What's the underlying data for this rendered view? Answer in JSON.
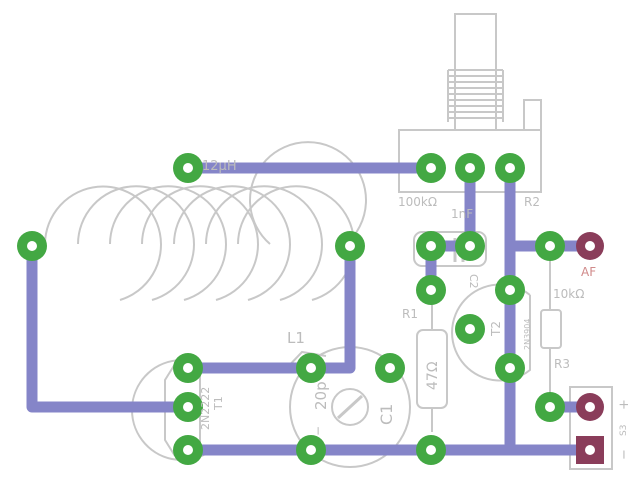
{
  "labels": {
    "coil_value": "12μH",
    "coil_ref": "L1",
    "pot_value": "100kΩ",
    "pot_ref": "R2",
    "cap_value": "1nF",
    "cap_ref": "C2",
    "trimmer_value": "20p",
    "trimmer_ref": "C1",
    "res1_ref": "R1",
    "res1_value": "47Ω",
    "res3_value": "10kΩ",
    "res3_ref": "R3",
    "t1_ref": "T1",
    "t1_part": "2N2222",
    "t2_ref": "T2",
    "t2_part": "2N3904",
    "af": "AF",
    "s3": "S3",
    "plus": "+",
    "minus": "−",
    "c1_minus": "−"
  },
  "colors": {
    "trace": "#8585c8",
    "pad": "#43a843",
    "terminal": "#8a3d5a",
    "silkscreen": "#c8c8c8",
    "af_label": "#d08a8a"
  }
}
